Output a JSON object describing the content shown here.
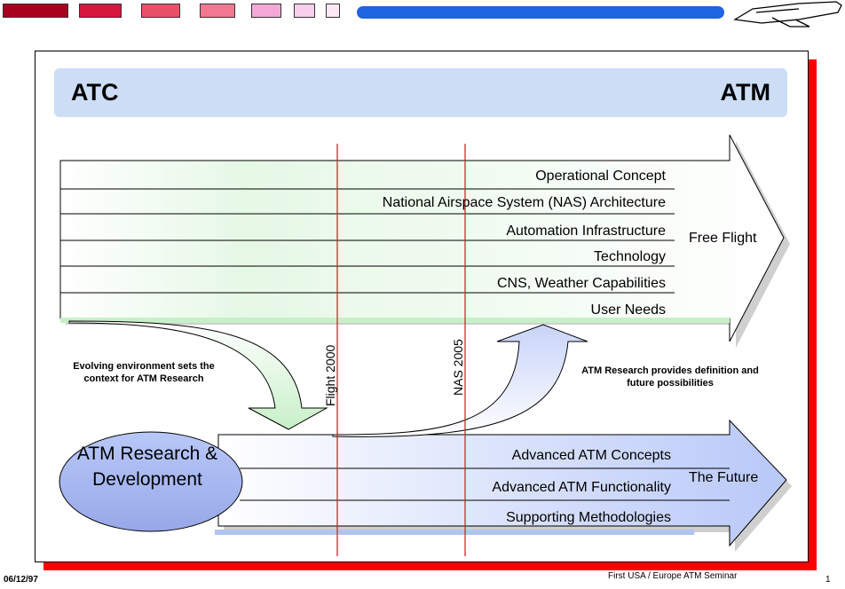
{
  "header": {
    "swatch_colors": [
      "#a8001e",
      "#d6183c",
      "#e8506a",
      "#f07890",
      "#f4a8d8",
      "#f8d0ec",
      "#fce8f4"
    ],
    "bar_color": "#1e63e0"
  },
  "slide": {
    "title_left": "ATC",
    "title_right": "ATM",
    "upper_lines": [
      "Operational Concept",
      "National Airspace System (NAS) Architecture",
      "Automation Infrastructure",
      "Technology",
      "CNS, Weather Capabilities",
      "User Needs"
    ],
    "upper_arrow_label": "Free Flight",
    "lower_lines": [
      "Advanced ATM Concepts",
      "Advanced ATM Functionality",
      "Supporting Methodologies"
    ],
    "lower_arrow_label": "The Future",
    "milestones": [
      "Flight 2000",
      "NAS 2005"
    ],
    "left_note": "Evolving environment sets the context for ATM Research",
    "right_note": "ATM Research provides definition and future possibilities",
    "oval_text": "ATM Research & Development",
    "colors": {
      "milestone_line": "#e0202a",
      "oval_fill": "#a8b8f0",
      "title_band": "#ccddf5"
    }
  },
  "footer": {
    "date": "06/12/97",
    "seminar": "First USA / Europe ATM Seminar",
    "page": "1"
  }
}
